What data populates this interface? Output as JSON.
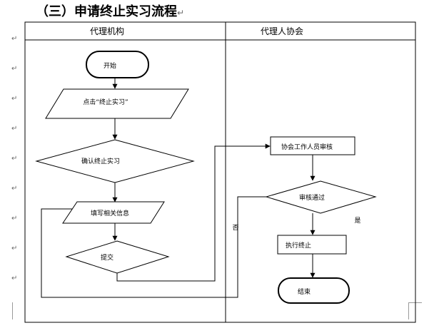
{
  "document": {
    "heading": "（三）申请终止实习流程",
    "paragraph_mark": "↵"
  },
  "diagram": {
    "lanes": {
      "agency": "代理机构",
      "association": "代理人协会"
    },
    "nodes": {
      "start": "开始",
      "click_terminate": "点击“终止实习”",
      "confirm_terminate": "确认终止实习",
      "fill_info": "填写相关信息",
      "submit": "提交",
      "staff_review": "协会工作人员审核",
      "review_passed": "审核通过",
      "execute_terminate": "执行终止",
      "end": "结束"
    },
    "edge_labels": {
      "yes": "是",
      "no": "否"
    }
  }
}
